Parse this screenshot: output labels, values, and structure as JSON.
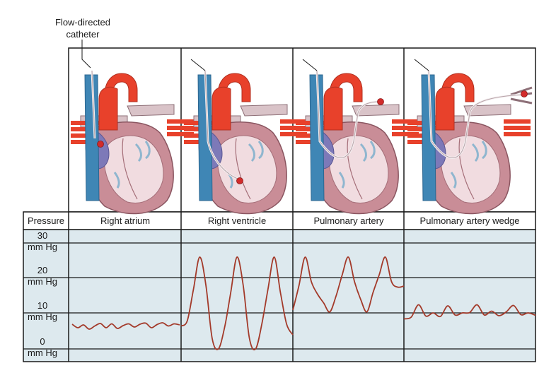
{
  "callout": {
    "line1": "Flow-directed",
    "line2": "catheter"
  },
  "y_title": "Pressure",
  "y_ticks": [
    {
      "value": 30,
      "line1": "30",
      "line2": "mm Hg"
    },
    {
      "value": 20,
      "line1": "20",
      "line2": "mm Hg"
    },
    {
      "value": 10,
      "line1": "10",
      "line2": "mm Hg"
    },
    {
      "value": 0,
      "line1": "0",
      "line2": "mm Hg"
    }
  ],
  "panels": [
    {
      "label": "Right atrium",
      "catheter_tip": "right-atrium"
    },
    {
      "label": "Right ventricle",
      "catheter_tip": "right-ventricle"
    },
    {
      "label": "Pulmonary artery",
      "catheter_tip": "pulmonary-artery"
    },
    {
      "label": "Pulmonary artery wedge",
      "catheter_tip": "pulmonary-artery-wedge"
    }
  ],
  "colors": {
    "trace": "#a33a2a",
    "chart_bg": "#dde9ee",
    "vena_cava": "#3f86b5",
    "aorta": "#e8412b",
    "pulmonary_artery": "#d9c3c8",
    "myocardium": "#c98d97",
    "atrium_blood": "#7d79b8",
    "catheter_tip": "#d22b2b"
  },
  "chart_data": {
    "type": "line",
    "y_unit": "mm Hg",
    "ylim": [
      -3,
      33
    ],
    "series": [
      {
        "name": "Right atrium",
        "values": [
          7,
          6,
          6.8,
          5.6,
          6.5,
          7.2,
          6,
          7.1,
          5.8,
          6.6,
          7.1,
          6.2,
          7,
          7.3,
          6,
          6.9,
          7.4,
          6.5,
          7.1,
          6.8
        ]
      },
      {
        "name": "Right ventricle",
        "values": [
          6.5,
          8,
          17,
          26,
          18,
          3,
          0,
          6,
          16,
          26,
          18,
          3,
          0,
          7,
          17,
          26,
          16,
          7,
          4
        ]
      },
      {
        "name": "Pulmonary artery",
        "values": [
          11,
          18,
          26,
          19,
          15.5,
          13,
          10.5,
          15,
          21,
          26,
          19,
          14,
          10.5,
          16,
          21,
          26,
          19,
          17.5,
          17.8
        ]
      },
      {
        "name": "Pulmonary artery wedge",
        "values": [
          8.5,
          9,
          12.5,
          9.3,
          10.2,
          9.2,
          12.2,
          9.6,
          10.2,
          10.3,
          12.5,
          9.6,
          10.7,
          9.4,
          10.5,
          12.3,
          9.7,
          10.2,
          9.5
        ]
      }
    ]
  }
}
